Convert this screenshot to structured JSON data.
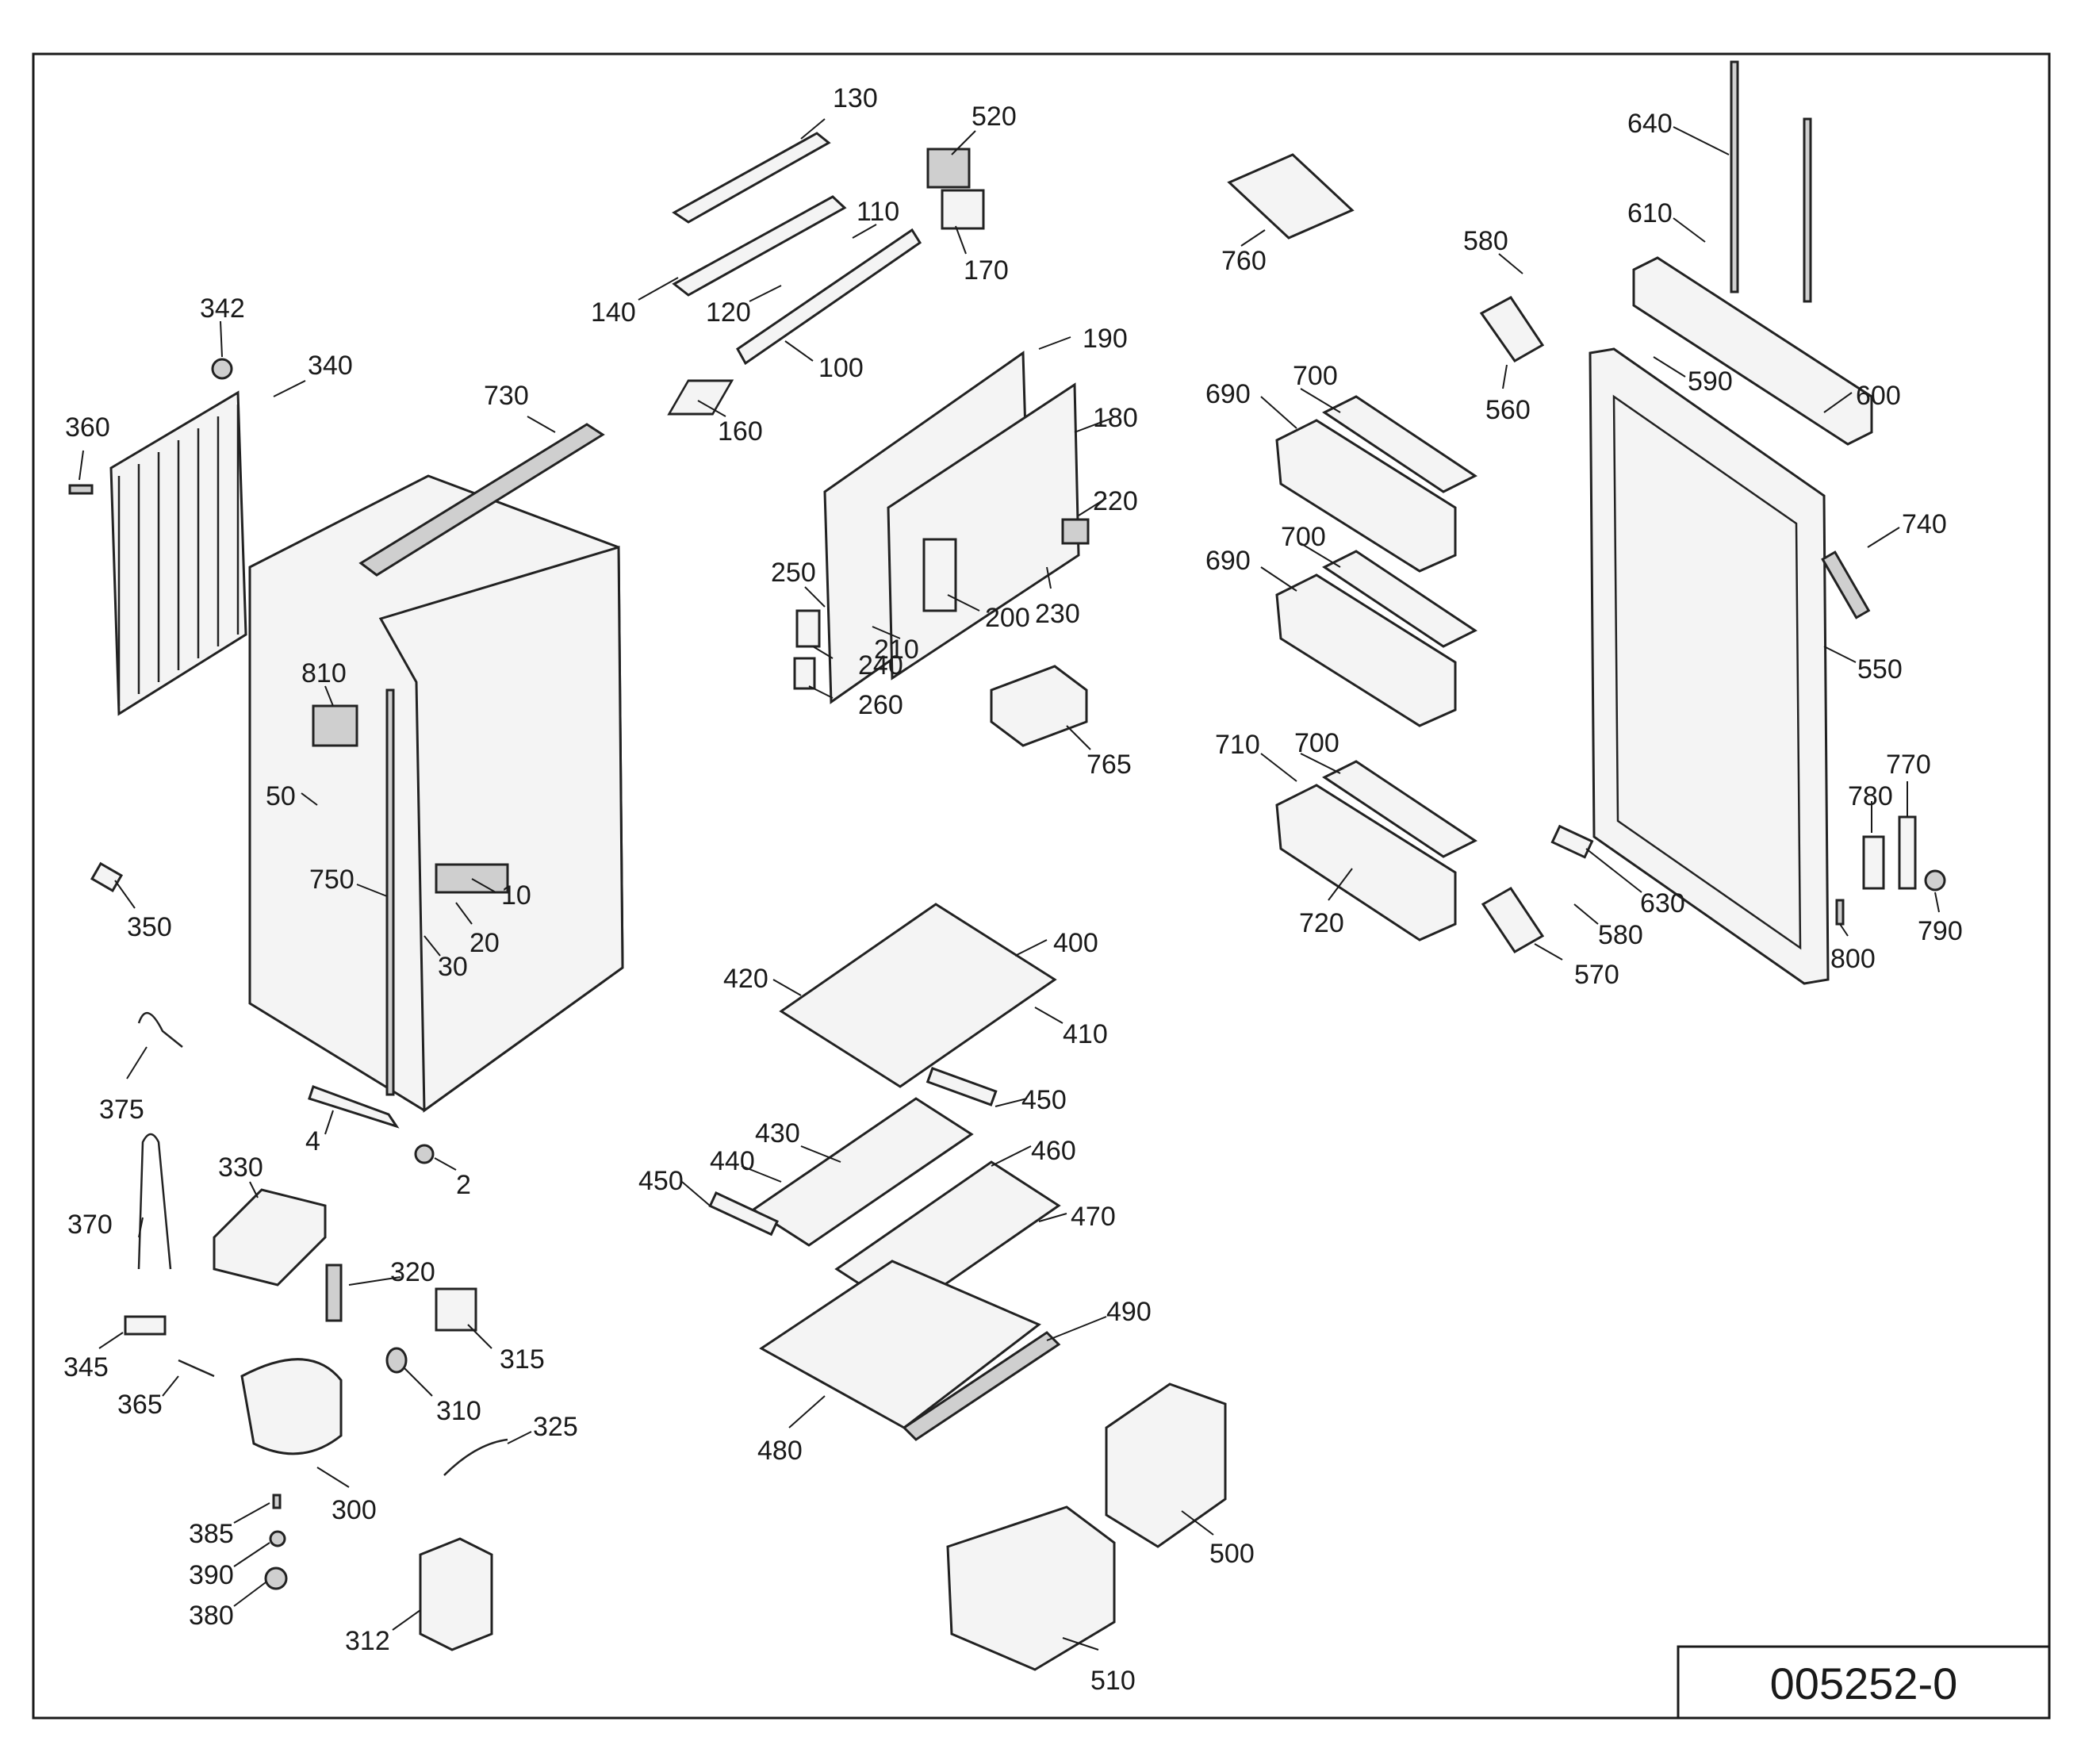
{
  "drawing_number": "005252-0",
  "callouts": [
    {
      "id": "130",
      "label": "130"
    },
    {
      "id": "520",
      "label": "520"
    },
    {
      "id": "110",
      "label": "110"
    },
    {
      "id": "140",
      "label": "140"
    },
    {
      "id": "120",
      "label": "120"
    },
    {
      "id": "170",
      "label": "170"
    },
    {
      "id": "100",
      "label": "100"
    },
    {
      "id": "160",
      "label": "160"
    },
    {
      "id": "190",
      "label": "190"
    },
    {
      "id": "180",
      "label": "180"
    },
    {
      "id": "220",
      "label": "220"
    },
    {
      "id": "250",
      "label": "250"
    },
    {
      "id": "230",
      "label": "230"
    },
    {
      "id": "200",
      "label": "200"
    },
    {
      "id": "210",
      "label": "210"
    },
    {
      "id": "240",
      "label": "240"
    },
    {
      "id": "260",
      "label": "260"
    },
    {
      "id": "765",
      "label": "765"
    },
    {
      "id": "342",
      "label": "342"
    },
    {
      "id": "340",
      "label": "340"
    },
    {
      "id": "360",
      "label": "360"
    },
    {
      "id": "730",
      "label": "730"
    },
    {
      "id": "810",
      "label": "810"
    },
    {
      "id": "50",
      "label": "50"
    },
    {
      "id": "750",
      "label": "750"
    },
    {
      "id": "350",
      "label": "350"
    },
    {
      "id": "10",
      "label": "10"
    },
    {
      "id": "20",
      "label": "20"
    },
    {
      "id": "30",
      "label": "30"
    },
    {
      "id": "375",
      "label": "375"
    },
    {
      "id": "4",
      "label": "4"
    },
    {
      "id": "2",
      "label": "2"
    },
    {
      "id": "330",
      "label": "330"
    },
    {
      "id": "370",
      "label": "370"
    },
    {
      "id": "320",
      "label": "320"
    },
    {
      "id": "315",
      "label": "315"
    },
    {
      "id": "345",
      "label": "345"
    },
    {
      "id": "365",
      "label": "365"
    },
    {
      "id": "310",
      "label": "310"
    },
    {
      "id": "325",
      "label": "325"
    },
    {
      "id": "300",
      "label": "300"
    },
    {
      "id": "385",
      "label": "385"
    },
    {
      "id": "390",
      "label": "390"
    },
    {
      "id": "380",
      "label": "380"
    },
    {
      "id": "312",
      "label": "312"
    },
    {
      "id": "420",
      "label": "420"
    },
    {
      "id": "400",
      "label": "400"
    },
    {
      "id": "410",
      "label": "410"
    },
    {
      "id": "450a",
      "label": "450"
    },
    {
      "id": "430",
      "label": "430"
    },
    {
      "id": "460",
      "label": "460"
    },
    {
      "id": "440",
      "label": "440"
    },
    {
      "id": "450b",
      "label": "450"
    },
    {
      "id": "470",
      "label": "470"
    },
    {
      "id": "490",
      "label": "490"
    },
    {
      "id": "480",
      "label": "480"
    },
    {
      "id": "500",
      "label": "500"
    },
    {
      "id": "510",
      "label": "510"
    },
    {
      "id": "760",
      "label": "760"
    },
    {
      "id": "640",
      "label": "640"
    },
    {
      "id": "610",
      "label": "610"
    },
    {
      "id": "580a",
      "label": "580"
    },
    {
      "id": "560",
      "label": "560"
    },
    {
      "id": "590",
      "label": "590"
    },
    {
      "id": "600",
      "label": "600"
    },
    {
      "id": "690a",
      "label": "690"
    },
    {
      "id": "700a",
      "label": "700"
    },
    {
      "id": "690b",
      "label": "690"
    },
    {
      "id": "700b",
      "label": "700"
    },
    {
      "id": "740",
      "label": "740"
    },
    {
      "id": "550",
      "label": "550"
    },
    {
      "id": "710",
      "label": "710"
    },
    {
      "id": "700c",
      "label": "700"
    },
    {
      "id": "720",
      "label": "720"
    },
    {
      "id": "770",
      "label": "770"
    },
    {
      "id": "780",
      "label": "780"
    },
    {
      "id": "630",
      "label": "630"
    },
    {
      "id": "580b",
      "label": "580"
    },
    {
      "id": "570",
      "label": "570"
    },
    {
      "id": "790",
      "label": "790"
    },
    {
      "id": "800",
      "label": "800"
    }
  ]
}
